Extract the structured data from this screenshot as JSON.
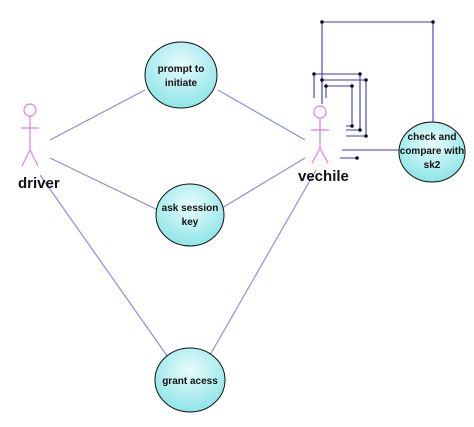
{
  "colors": {
    "usecase_top": "#e9fbfb",
    "usecase_bottom": "#86e3e6",
    "usecase_border": "#101010",
    "association_line": "#8e8ee0",
    "self_line": "#3a3acd",
    "actor_stroke": "#e07de0"
  },
  "actors": {
    "driver": {
      "label": "driver"
    },
    "vehicle": {
      "label": "vechile"
    }
  },
  "use_cases": {
    "prompt": {
      "lines": [
        "prompt to",
        "initiate"
      ]
    },
    "session_key": {
      "lines": [
        "ask session",
        "key"
      ]
    },
    "grant": {
      "lines": [
        "grant acess"
      ]
    },
    "check": {
      "lines": [
        "check and",
        "compare with",
        "sk2"
      ]
    }
  },
  "associations": [
    [
      "driver",
      "prompt"
    ],
    [
      "driver",
      "session_key"
    ],
    [
      "driver",
      "grant"
    ],
    [
      "vehicle",
      "prompt"
    ],
    [
      "vehicle",
      "session_key"
    ],
    [
      "vehicle",
      "grant"
    ],
    [
      "vehicle",
      "check"
    ]
  ]
}
